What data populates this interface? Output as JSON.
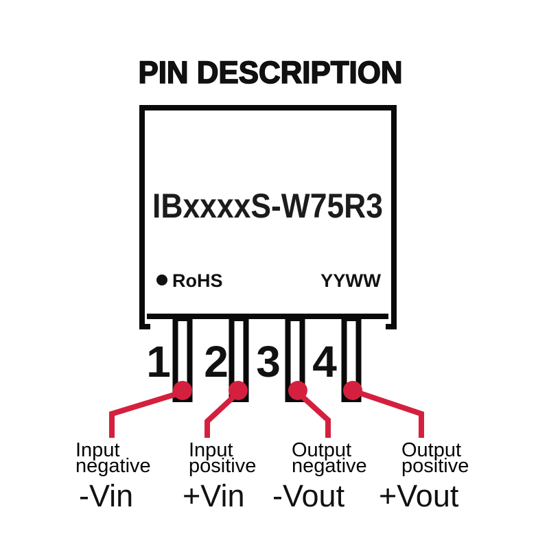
{
  "title": "PIN DESCRIPTION",
  "module": {
    "part_number": "IBxxxxS-W75R3",
    "rohs_label": "RoHS",
    "date_code": "YYWW"
  },
  "colors": {
    "accent_red": "#d4203e",
    "label_gray": "#8f8f8f",
    "line_black": "#0a0a0a"
  },
  "pins": [
    {
      "number": "1",
      "name_line1": "Input",
      "name_line2": "negative",
      "symbol": "-Vin"
    },
    {
      "number": "2",
      "name_line1": "Input",
      "name_line2": "positive",
      "symbol": "+Vin"
    },
    {
      "number": "3",
      "name_line1": "Output",
      "name_line2": "negative",
      "symbol": "-Vout"
    },
    {
      "number": "4",
      "name_line1": "Output",
      "name_line2": "positive",
      "symbol": "+Vout"
    }
  ]
}
